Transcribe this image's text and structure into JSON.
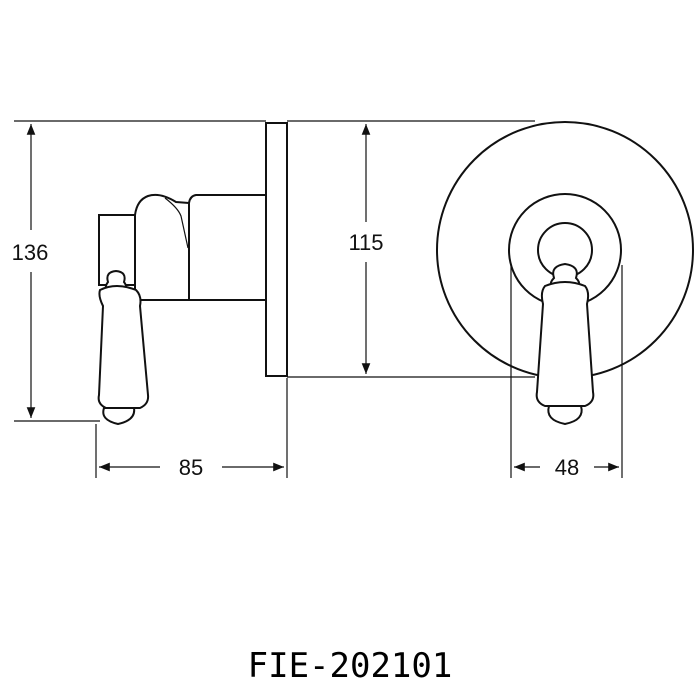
{
  "dimensions": {
    "overall_height": "136",
    "plate_height": "115",
    "projection": "85",
    "lever_width": "48"
  },
  "model_code": "FIE-202101",
  "colors": {
    "ink": "#111111",
    "background": "#ffffff"
  }
}
